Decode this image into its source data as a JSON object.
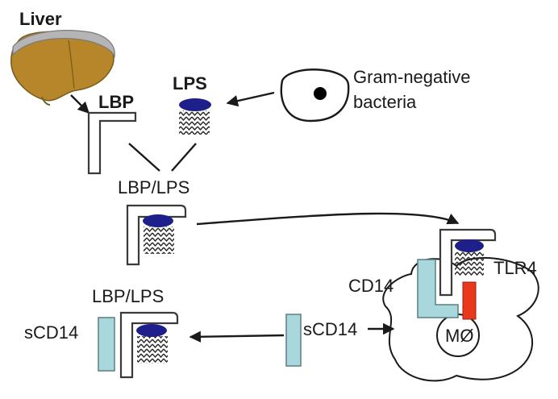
{
  "labels": {
    "liver": "Liver",
    "lbp": "LBP",
    "lps": "LPS",
    "gram_line1": "Gram-negative",
    "gram_line2": "bacteria",
    "lbp_lps_top": "LBP/LPS",
    "lbp_lps_bottom": "LBP/LPS",
    "scd14_left": "sCD14",
    "scd14_mid": "sCD14",
    "cd14": "CD14",
    "tlr4": "TLR4",
    "macrophage": "MØ"
  },
  "colors": {
    "lps_head": "#1d1f8a",
    "cd14": "#a9d8dc",
    "tlr4": "#e8391d",
    "liver": "#b8862a"
  }
}
